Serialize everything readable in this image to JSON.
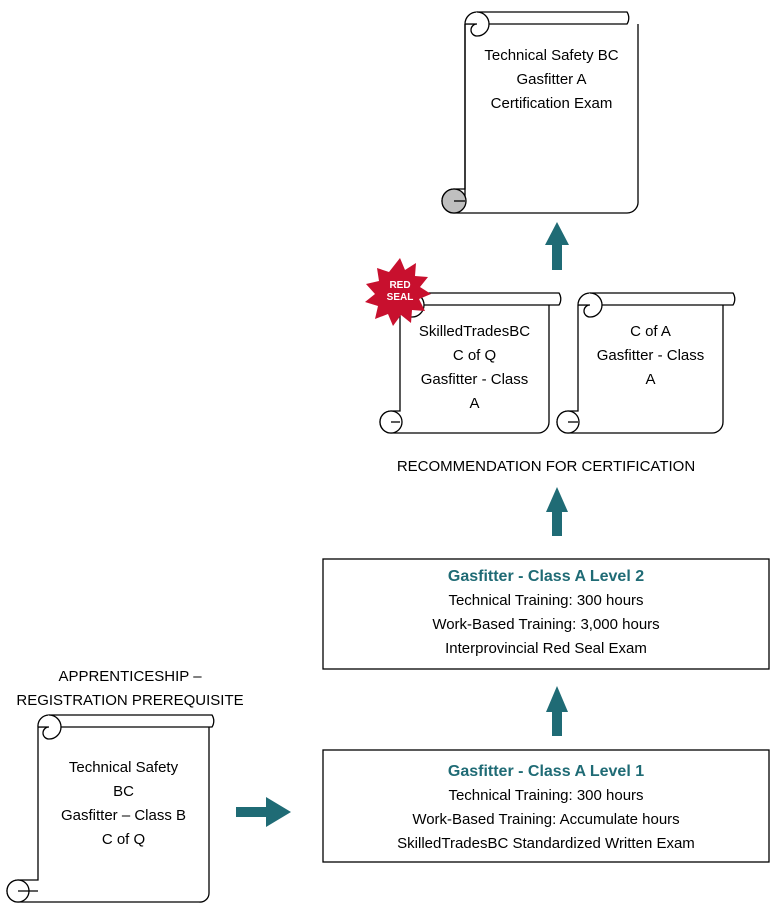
{
  "colors": {
    "accent": "#1f6b75",
    "seal": "#c8102e",
    "curl_fill": "#bfbfbf"
  },
  "top_scroll": {
    "lines": [
      "Technical Safety BC",
      "Gasfitter A",
      "Certification Exam"
    ]
  },
  "red_seal": {
    "lines": [
      "RED",
      "SEAL"
    ],
    "icon": "red-seal-starburst-icon"
  },
  "cofq_scroll": {
    "lines": [
      "SkilledTradesBC",
      "C of Q",
      "Gasfitter - Class",
      "A"
    ]
  },
  "cofa_scroll": {
    "lines": [
      "C of A",
      "Gasfitter - Class",
      "A"
    ]
  },
  "recommendation_label": "RECOMMENDATION FOR CERTIFICATION",
  "level2_box": {
    "title": "Gasfitter - Class A Level 2",
    "lines": [
      "Technical Training:  300 hours",
      "Work-Based Training: 3,000 hours",
      "Interprovincial Red Seal Exam"
    ]
  },
  "level1_box": {
    "title": "Gasfitter - Class A Level 1",
    "lines": [
      "Technical Training:  300 hours",
      "Work-Based Training: Accumulate hours",
      "SkilledTradesBC Standardized Written Exam"
    ]
  },
  "prerequisite": {
    "label_lines": [
      "APPRENTICESHIP –",
      "REGISTRATION PREREQUISITE"
    ],
    "scroll_lines": [
      "Technical Safety",
      "BC",
      "Gasfitter – Class B",
      "C of Q"
    ]
  }
}
